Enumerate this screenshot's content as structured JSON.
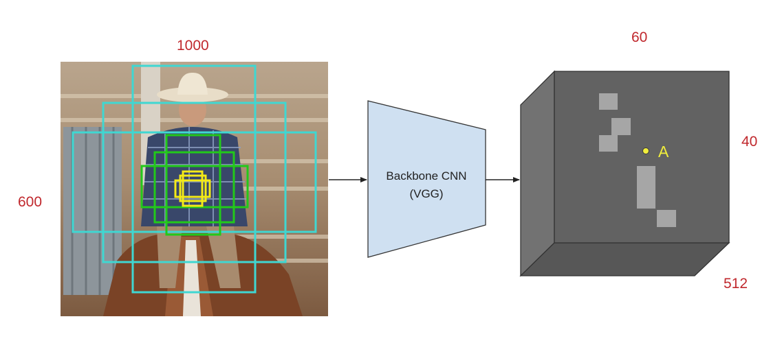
{
  "labels": {
    "image_width": "1000",
    "image_height": "600",
    "map_width": "60",
    "map_height": "40",
    "map_depth": "512"
  },
  "network": {
    "line1": "Backbone CNN",
    "line2": "(VGG)"
  },
  "feature_point": {
    "label": "A"
  },
  "photo": {
    "description_icon": "person-photo"
  },
  "colors": {
    "dimension_text": "#c0282d",
    "anchor_large": "#3fd7d2",
    "anchor_medium": "#22c91a",
    "anchor_small": "#f4ea17",
    "cnn_fill": "#cfe0f1",
    "cube_front": "#626262",
    "cube_left": "#727272",
    "cube_bottom": "#575757",
    "highlight": "#a6a6a6",
    "point": "#f1ee3c"
  }
}
